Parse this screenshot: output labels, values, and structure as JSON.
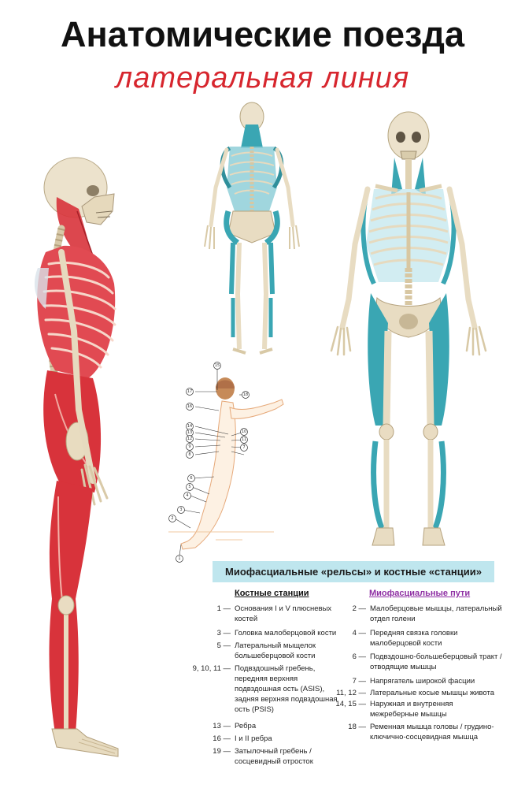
{
  "header": {
    "title": "Анатомические поезда",
    "subtitle": "латеральная линия"
  },
  "colors": {
    "muscle_red": "#d8333b",
    "fascia_blue": "#3aa6b3",
    "bone": "#e9dcc2",
    "legend_header_bg": "#bfe6ee",
    "subtitle_red": "#d7262e",
    "paths_purple": "#8e2ea3"
  },
  "diagram_numbers": [
    "15",
    "17",
    "18",
    "16",
    "14",
    "13",
    "12",
    "10",
    "11",
    "9",
    "8",
    "7",
    "6",
    "5",
    "4",
    "3",
    "2",
    "1"
  ],
  "legend": {
    "title": "Миофасциальные «рельсы» и костные «станции»",
    "bones_heading": "Костные станции",
    "paths_heading": "Миофасциальные пути",
    "bones": [
      {
        "num": "1 —",
        "text": "Основания I и V плюсневых костей"
      },
      {
        "num": "3 —",
        "text": "Головка малоберцовой кости"
      },
      {
        "num": "5 —",
        "text": "Латеральный мыщелок большеберцовой кости"
      },
      {
        "num": "9, 10, 11 —",
        "text": "Подвздошный гребень, передняя верхняя подвздошная ость (ASIS), задняя верхняя подвздошная ость (PSIS)"
      },
      {
        "num": "13 —",
        "text": "Ребра"
      },
      {
        "num": "16 —",
        "text": "I и II ребра"
      },
      {
        "num": "19 —",
        "text": "Затылочный гребень / сосцевидный отросток"
      }
    ],
    "paths": [
      {
        "num": "2 —",
        "text": "Малоберцовые мышцы, латеральный отдел голени"
      },
      {
        "num": "4 —",
        "text": "Передняя связка головки малоберцовой кости"
      },
      {
        "num": "6 —",
        "text": "Подвздошно-большеберцовый тракт / отводящие мышцы"
      },
      {
        "num": "7 —",
        "text": "Напрягатель широкой фасции"
      },
      {
        "num": "11, 12 —",
        "text": "Латеральные косые мышцы живота"
      },
      {
        "num": "14, 15 —",
        "text": "Наружная и внутренняя межреберные мышцы"
      },
      {
        "num": "18 —",
        "text": "Ременная мышца головы / грудино-ключично-сосцевидная мышца"
      }
    ]
  }
}
